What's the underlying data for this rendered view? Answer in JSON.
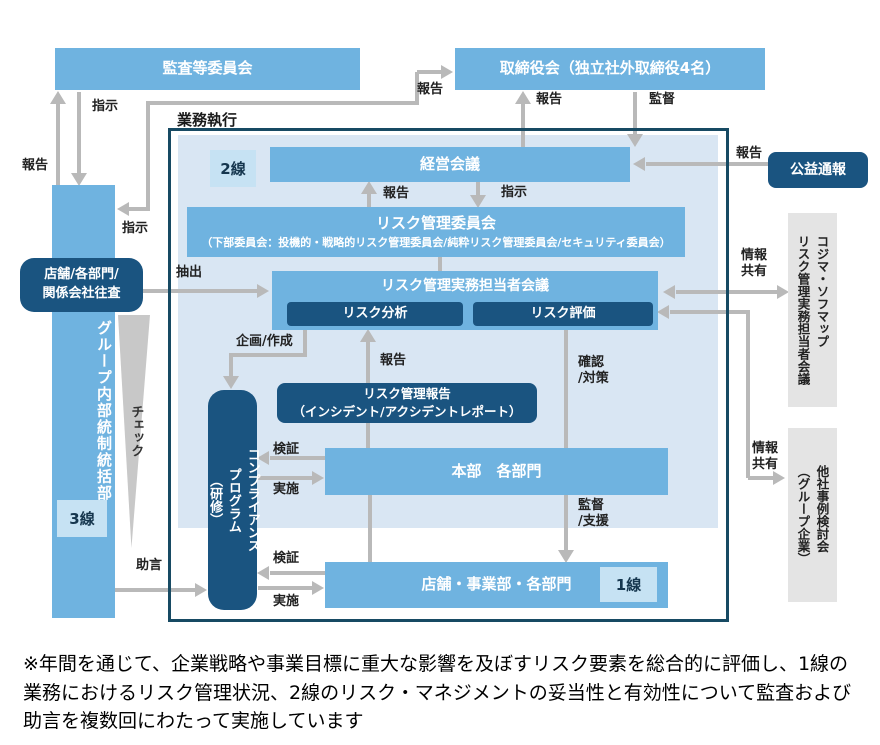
{
  "colors": {
    "box_blue": "#6fb3e0",
    "navy": "#1a5480",
    "panel_blue": "#d9e6f3",
    "badge_blue": "#c6e2f3",
    "border_navy": "#174a63",
    "gray_box": "#e4e4e4",
    "arrow_gray": "#b9b9b9"
  },
  "diagram": {
    "section_label": "業務執行",
    "boxes": {
      "audit_committee": "監査等委員会",
      "board": "取締役会（独立社外取締役4名）",
      "management_meeting": "経営会議",
      "risk_committee_title": "リスク管理委員会",
      "risk_committee_sub": "（下部委員会：投機的・戦略的リスク管理委員会/純粋リスク管理委員会/セキュリティ委員会）",
      "staff_meeting": "リスク管理実務担当者会議",
      "risk_analysis": "リスク分析",
      "risk_evaluation": "リスク評価",
      "risk_report": "リスク管理報告\n（インシデント/アクシデントレポート）",
      "headquarters": "本部　各部門",
      "stores_divisions": "店舗・事業部・各部門",
      "whistleblowing": "公益通報",
      "store_audit": "店舗/各部門/\n関係会社往査",
      "internal_control": "グループ内部統制統括部",
      "compliance_program": "コンプライアンス\nプログラム\n（研修）",
      "kojima_sofmap": "コジマ・ソフマップ\nリスク管理実務担当者会議",
      "other_company_review": "他社事例検討会\n（グループ企業）"
    },
    "badges": {
      "line1": "1線",
      "line2": "2線",
      "line3": "3線"
    },
    "labels": {
      "report_to_audit": "報告",
      "instruct_from_audit": "指示",
      "instruct_to_control": "指示",
      "report_elbow_to_board": "報告",
      "report_mgmt_to_board": "報告",
      "supervise": "監督",
      "report_committee_to_mgmt": "報告",
      "instruct_mgmt_to_committee": "指示",
      "extract": "抽出",
      "report_whistle": "報告",
      "info_share_top": "情報\n共有",
      "info_share_bottom": "情報\n共有",
      "plan_create": "企画/作成",
      "report_risk": "報告",
      "confirm_measures": "確認\n/対策",
      "verify_top": "検証",
      "implement_top": "実施",
      "supervise_support": "監督\n/支援",
      "verify_bottom": "検証",
      "implement_bottom": "実施",
      "advice": "助言",
      "check": "チェック"
    },
    "note": "※年間を通じて、企業戦略や事業目標に重大な影響を及ぼすリスク要素を総合的に評価し、1線の業務におけるリスク管理状況、2線のリスク・マネジメントの妥当性と有効性について監査および助言を複数回にわたって実施しています"
  }
}
